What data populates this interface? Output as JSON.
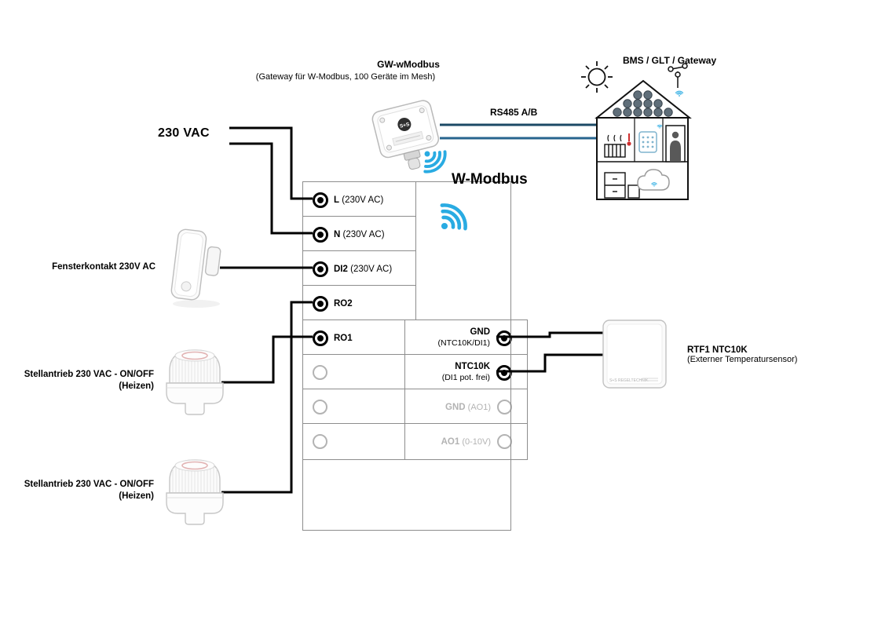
{
  "colors": {
    "wire_black": "#000000",
    "rs485_line_a": "#1c4a66",
    "rs485_line_b": "#27648e",
    "wifi_blue": "#29abe2",
    "inactive_gray": "#b3b3b3"
  },
  "labels": {
    "power": "230 VAC",
    "gateway_title": "GW-wModbus",
    "gateway_subtitle": "(Gateway für W-Modbus, 100 Geräte im Mesh)",
    "bms": "BMS / GLT / Gateway",
    "rs485": "RS485 A/B",
    "protocol": "W-Modbus"
  },
  "left_devices": {
    "window_contact": {
      "name": "Fensterkontakt 230V AC"
    },
    "actuator_1": {
      "name": "Stellantrieb 230 VAC - ON/OFF",
      "sub": "(Heizen)"
    },
    "actuator_2": {
      "name": "Stellantrieb 230 VAC - ON/OFF",
      "sub": "(Heizen)"
    }
  },
  "right_device": {
    "name": "RTF1 NTC10K",
    "sub": "(Externer Temperatursensor)"
  },
  "terminal_block": {
    "left": [
      {
        "label": "L",
        "sub": "(230V AC)"
      },
      {
        "label": "N",
        "sub": "(230V AC)"
      },
      {
        "label": "DI2",
        "sub": "(230V AC)"
      },
      {
        "label": "RO2",
        "sub": ""
      },
      {
        "label": "RO1",
        "sub": ""
      }
    ],
    "right": [
      {
        "label": "GND",
        "sub": "(NTC10K/DI1)"
      },
      {
        "label": "NTC10K",
        "sub": "(DI1 pot. frei)"
      },
      {
        "label": "GND",
        "sub": "(AO1)"
      },
      {
        "label": "AO1",
        "sub": "(0-10V)"
      }
    ]
  },
  "icons": {
    "wifi-icon": "blue three-arc wireless symbol",
    "sun-icon": "outlined sun with rays",
    "solar-panel-icon": "grid of round solar cells on roof",
    "radiator-icon": "heater with heat waves",
    "thermostat-icon": "room operating panel",
    "person-icon": "person in doorway",
    "cloud-icon": "speech cloud with wifi",
    "weather-station-icon": "anemometer mast"
  }
}
